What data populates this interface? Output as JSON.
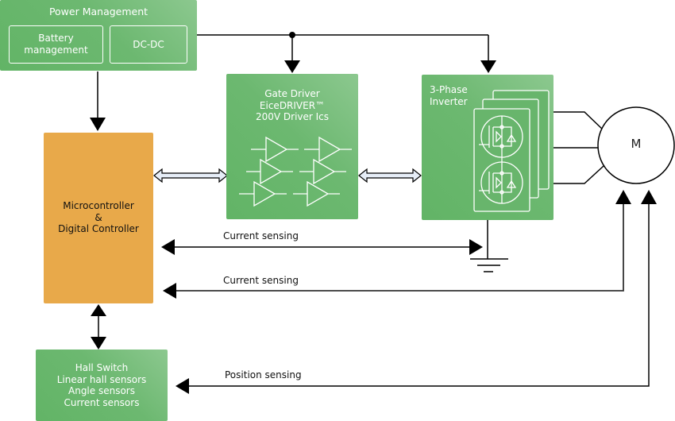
{
  "blocks": {
    "power_management": {
      "title": "Power Management",
      "battery": "Battery\nmanagement",
      "battery_line1": "Battery",
      "battery_line2": "management",
      "dcdc": "DC-DC"
    },
    "gate_driver": {
      "line1": "Gate Driver",
      "line2": "EiceDRIVER™",
      "line3": "200V Driver Ics"
    },
    "inverter": {
      "line1": "3-Phase",
      "line2": "Inverter"
    },
    "motor": {
      "label": "M"
    },
    "microcontroller": {
      "line1": "Microcontroller",
      "line2": "&",
      "line3": "Digital Controller"
    },
    "sensors": {
      "line1": "Hall Switch",
      "line2": "Linear hall sensors",
      "line3": "Angle sensors",
      "line4": "Current sensors"
    }
  },
  "connections": {
    "current_sensing_1": "Current sensing",
    "current_sensing_2": "Current sensing",
    "position_sensing": "Position sensing"
  },
  "colors": {
    "green": "#6cb870",
    "orange": "#e8a94a",
    "line": "#000000"
  }
}
